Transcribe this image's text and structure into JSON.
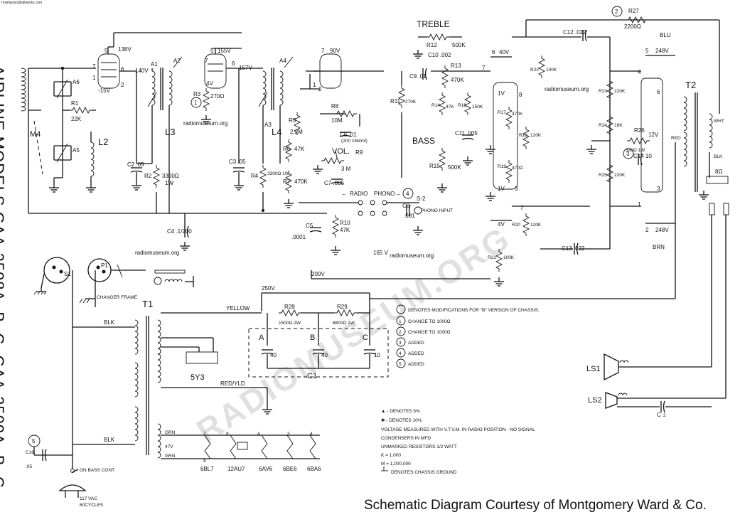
{
  "header": {
    "email": "nrsimpson@attanota.com"
  },
  "title": "AIRLINE MODELS GAA-2508A, B, C, GAA-2509A, B, C",
  "footer": {
    "courtesy": "Schematic Diagram Courtesy of Montgomery Ward & Co."
  },
  "watermark": {
    "main": "RADIOMUSEUM.ORG",
    "small": "radiomuseum.org"
  },
  "components": {
    "M4": "M4",
    "L2": "L2",
    "L3": "L3",
    "L4": "L4",
    "A6": "A6",
    "A5": "A5",
    "A1": "A1",
    "A2": "A2",
    "A3": "A3",
    "A4": "A4",
    "R1": "R1",
    "R1v": "22K",
    "R2": "R2",
    "R2v": "3300Ω",
    "R2w": "1W",
    "R3": "R3",
    "R3v": "270Ω",
    "R4": "R4",
    "R4v": "3300Ω 1W",
    "R5": "R5",
    "R5v": "2.2M",
    "R6": "R6",
    "R6v": "47K",
    "R7": "R7",
    "R7v": "470K",
    "R8": "R8",
    "R8v": "10M",
    "R9": "R9",
    "R9v": "3 M",
    "vol": "VOL.",
    "R10": "R10",
    "R10v": "47K",
    "R11": "R11",
    "R11v": "270K",
    "R12": "R12",
    "R12v": "500K",
    "treble": "TREBLE",
    "R13": "R13",
    "R13v": "470K",
    "R14": "R14",
    "R14v": "47K",
    "R15": "R15",
    "R15v": "500K",
    "bass": "BASS",
    "R16": "R16",
    "R16v": "150K",
    "R17": "R17",
    "R17v": "470K",
    "R18": "R18",
    "R18v": "120K",
    "R19": "R19",
    "R19v": "470Ω",
    "R20": "R20",
    "R20v": "120K",
    "R21": "R21",
    "R21v": "100K",
    "R22": "R22",
    "R22v": "100K",
    "R23": "R23",
    "R23v": "220K",
    "R24": "R24",
    "R24v": "18K",
    "R25": "R25",
    "R25v": "220K",
    "R26": "R26",
    "R26v": "330Ω 1W",
    "R27": "R27",
    "R27v": "2200Ω",
    "R28": "R28",
    "R28v": "1500Ω 2W",
    "R29": "R29",
    "R29v": "6800Ω 1W",
    "C2": "C2 .05",
    "C3": "C3 .05",
    "C4": "C4 .1/200",
    "C5": "C5",
    "C5v": ".0001",
    "C6": "C6 .01",
    "C6n": "(200 15Mmf)",
    "C7": "C7 .005",
    "C8": "C8",
    "C8v": ".001",
    "C9": "C9 .01",
    "C10": "C10 .002",
    "C11": "C11 .005",
    "C12": "C12 .022",
    "C13": "C13 .022",
    "C14": "C14 10",
    "C16": "C16",
    "C1": "C1",
    "C1A": "A",
    "C1B": "B",
    "C1C": "C",
    "c40a": "40",
    "c40b": "40",
    "c10": "10",
    "cout": "C",
    "c2": "2",
    "c05": ".05",
    "T1": "T1",
    "T2": "T2",
    "5Y3": "5Y3",
    "LS1": "LS1",
    "LS2": "LS2",
    "S1": "S1",
    "P1": "P1",
    "S2": "S-2",
    "phono_input": "PHONO INPUT"
  },
  "voltages": {
    "v138": "138V",
    "v140": "140V",
    "vneg15": "-15V",
    "v155": "155V",
    "v157": "157V",
    "v4": "4V",
    "v90": "90V",
    "v40": "40V",
    "v248a": "248V",
    "v248b": "248V",
    "v1a": "1V",
    "v1b": "1V",
    "v4b": "4V",
    "v165": "165 V",
    "v200": "200V",
    "v250": "250V",
    "v12": "12V"
  },
  "pins": {
    "p5a": "5",
    "p7a": "7",
    "p6a": "6",
    "p1a": "1",
    "p2a": "2",
    "p5b": "5",
    "p7b": "7",
    "p6b": "6",
    "p7c": "7",
    "p1c": "1",
    "p2c": "2",
    "p6d": "6",
    "p8d": "8",
    "p7d": "7",
    "p3d": "3",
    "p5e": "5",
    "p4e": "4",
    "p1e": "1",
    "p6e": "6",
    "p3e": "3",
    "p2e": "2",
    "p5f": "5",
    "p2f": "2",
    "p7e": "7"
  },
  "tubes": {
    "t1": "6BL7",
    "t2": "12AU7",
    "t3": "6AV6",
    "t4": "6BE6",
    "t5": "6BA6"
  },
  "wires": {
    "yellow": "YELLOW",
    "blk1": "BLK",
    "red_yld": "RED/YLD",
    "grn1": "GRN",
    "grn2": "GRN",
    "blk2": "BLK",
    "blu": "BLU",
    "brn": "BRN",
    "wht": "WHT",
    "red": "RED",
    "blk3": "BLK",
    "ohm8": "8Ω",
    "v47": "47V",
    "v9": "9"
  },
  "switch": {
    "radio": "RADIO",
    "phono": "PHONO"
  },
  "misc": {
    "changer": "CHANGER FRAME",
    "bass_cont": "ON BASS CONT.",
    "ac1": "117 VAC",
    "ac2": "60CYCLES"
  },
  "markers": {
    "m1": "1",
    "m2": "2",
    "m3": "3",
    "m4": "4",
    "m5": "5"
  },
  "legend": [
    "DENOTES MODIFICATIONS FOR \"B\" VERSION OF CHASSIS.",
    "CHANGE TO 1000Ω",
    "CHANGE TO 1000Ω",
    "ADDED",
    "ADDED",
    "ADDED"
  ],
  "legend_markers": [
    "",
    "1",
    "2",
    "3",
    "4",
    "5"
  ],
  "notes": [
    "▲ - DENOTES 5%",
    "✱ - DENOTES 10%",
    "VOLTAGE MEASURED WITH V.T.V.M. IN RADIO POSITION - NO SIGNAL",
    "CONDENSERS IN MFD",
    "UNMARKED RESISTORS 1/2 WATT",
    "K = 1,000",
    "M = 1,000,000",
    "DENOTES CHASSIS GROUND"
  ]
}
